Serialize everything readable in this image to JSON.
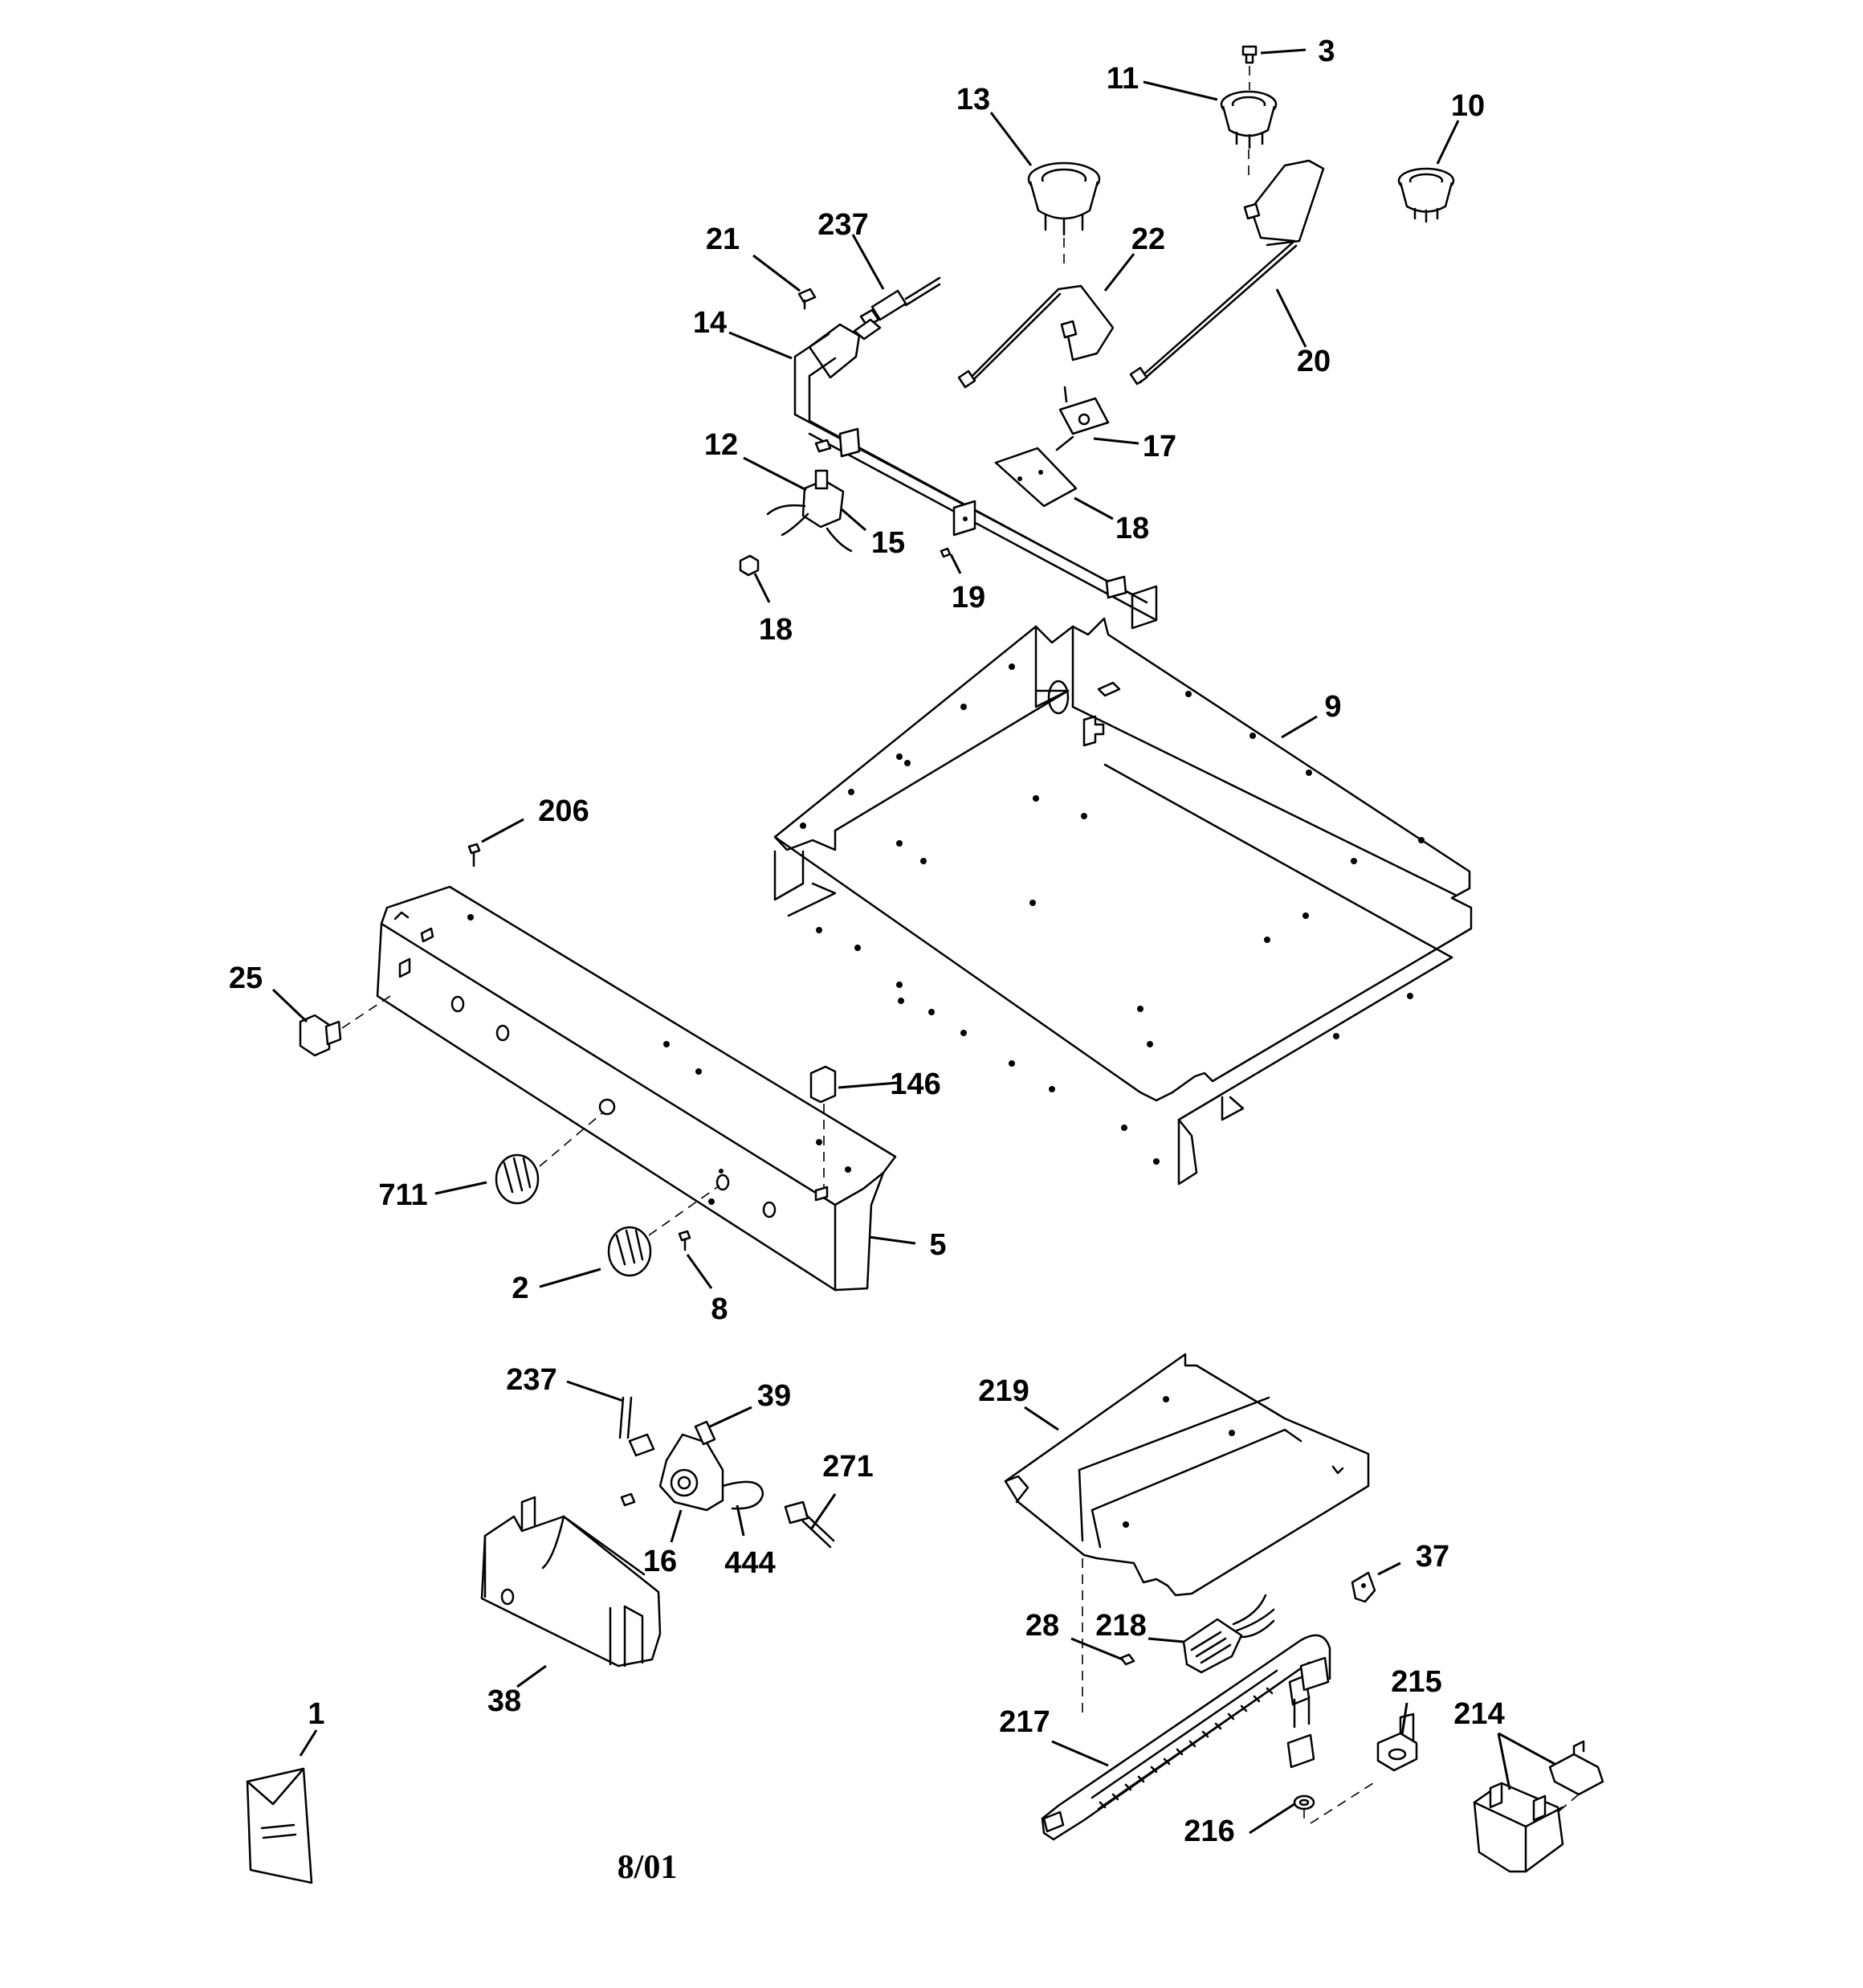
{
  "part_labels": [
    "3",
    "11",
    "13",
    "10",
    "21",
    "237",
    "22",
    "14",
    "20",
    "17",
    "12",
    "15",
    "18",
    "19",
    "18",
    "9",
    "206",
    "25",
    "146",
    "711",
    "5",
    "2",
    "8",
    "237",
    "39",
    "271",
    "16",
    "444",
    "38",
    "219",
    "37",
    "218",
    "28",
    "215",
    "217",
    "214",
    "216",
    "1"
  ],
  "date_code": "8/01"
}
